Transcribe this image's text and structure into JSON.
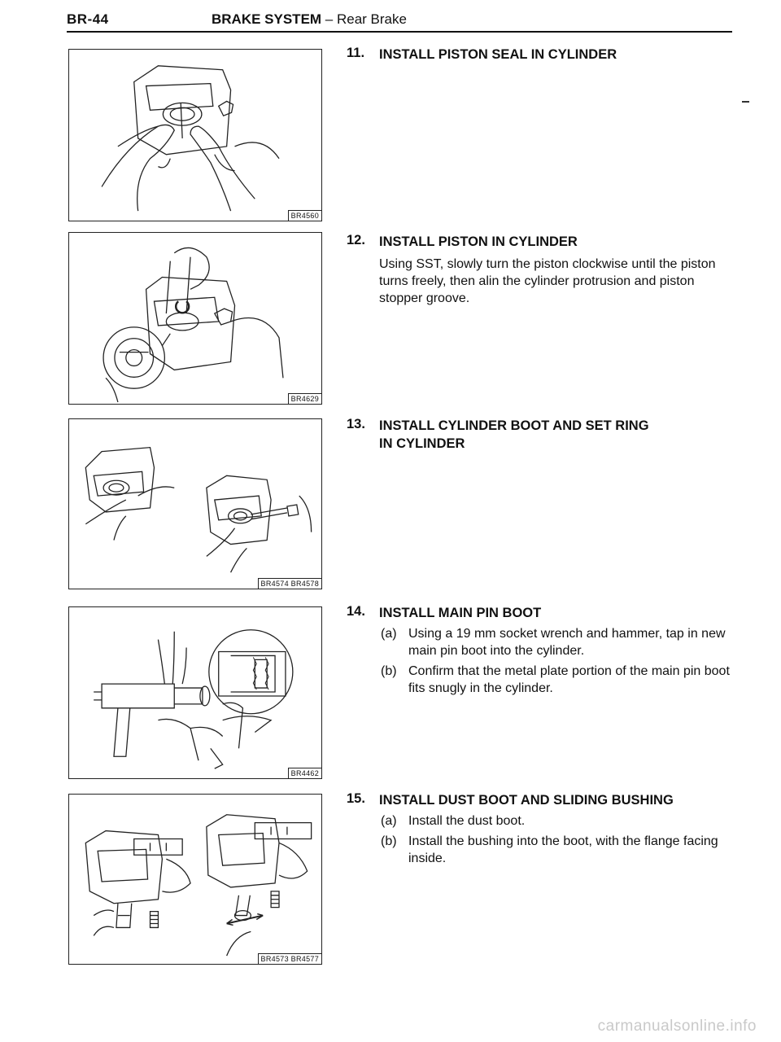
{
  "header": {
    "page_id": "BR-44",
    "section": "BRAKE SYSTEM",
    "subsection": " – Rear Brake"
  },
  "figures": [
    {
      "code": "BR4560"
    },
    {
      "code": "BR4629"
    },
    {
      "code": "BR4574 BR4578"
    },
    {
      "code": "BR4462"
    },
    {
      "code": "BR4573 BR4577"
    }
  ],
  "steps": [
    {
      "num": "11.",
      "title": "INSTALL PISTON SEAL IN CYLINDER"
    },
    {
      "num": "12.",
      "title": "INSTALL PISTON IN CYLINDER",
      "body": "Using SST, slowly turn the piston clockwise until the piston turns freely, then alin the cylinder protrusion and piston stopper groove."
    },
    {
      "num": "13.",
      "title": "INSTALL CYLINDER BOOT AND SET RING IN CYLINDER"
    },
    {
      "num": "14.",
      "title": "INSTALL MAIN PIN BOOT",
      "subs": [
        {
          "label": "(a)",
          "text": "Using a 19 mm socket wrench and hammer, tap in new main pin boot into the cylinder."
        },
        {
          "label": "(b)",
          "text": "Confirm that the metal plate portion of the main pin boot fits snugly in the cylinder."
        }
      ]
    },
    {
      "num": "15.",
      "title": "INSTALL DUST BOOT AND SLIDING BUSHING",
      "subs": [
        {
          "label": "(a)",
          "text": "Install the dust boot."
        },
        {
          "label": "(b)",
          "text": "Install the bushing into the boot, with the flange facing inside."
        }
      ]
    }
  ],
  "footer": {
    "watermark": "carmanualsonline.info"
  }
}
